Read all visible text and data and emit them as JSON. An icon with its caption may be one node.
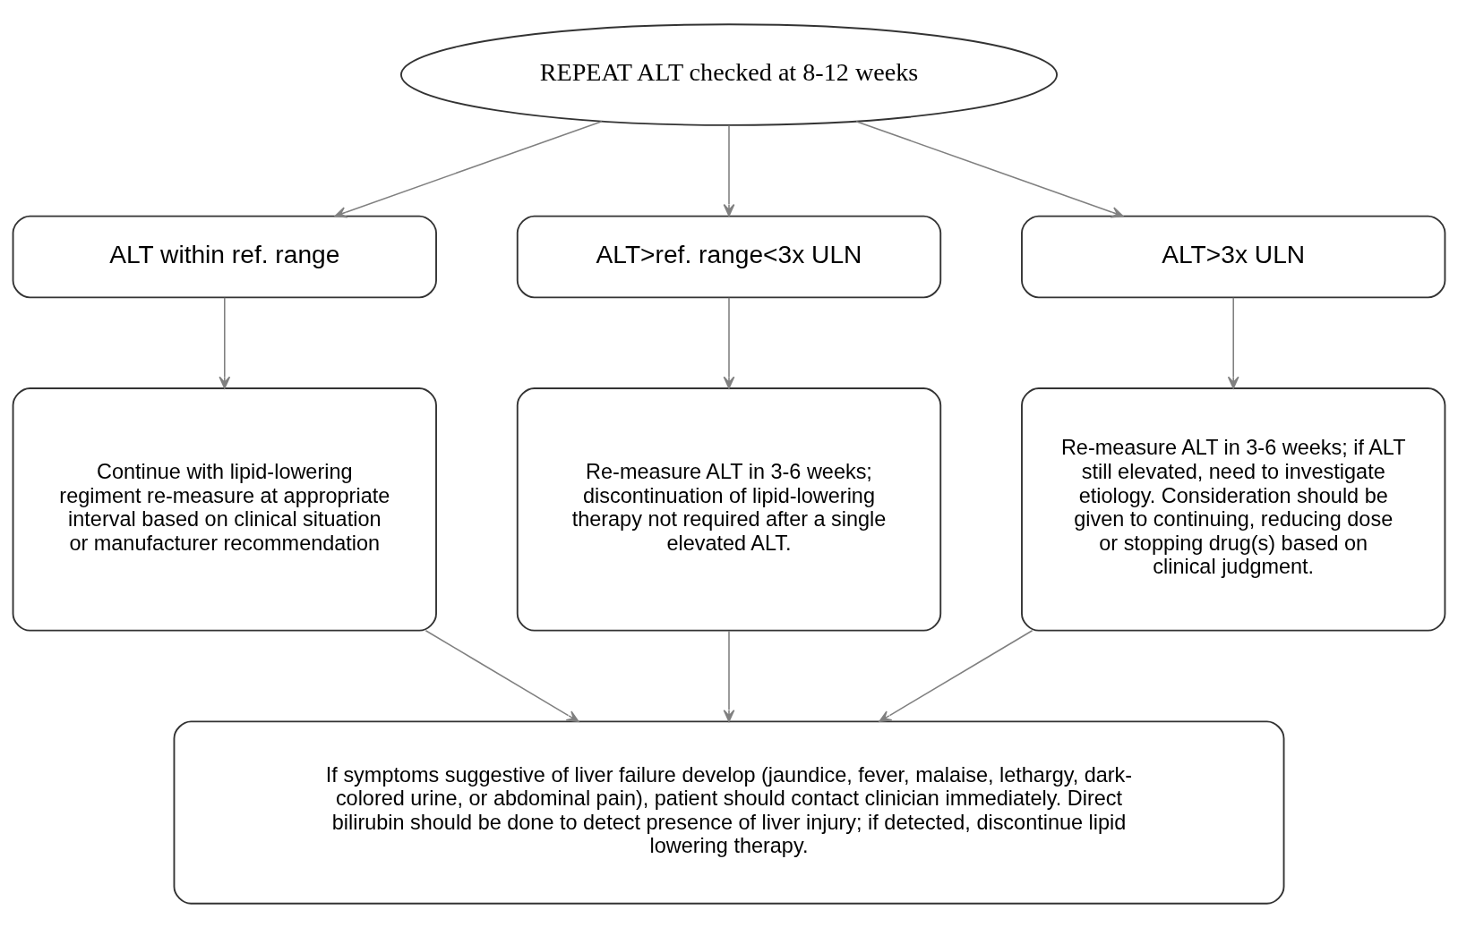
{
  "diagram": {
    "nodes": [
      {
        "text": [
          "REPEAT ALT checked at 8-12 weeks"
        ]
      },
      {
        "text": [
          "ALT within ref. range"
        ]
      },
      {
        "text": [
          "ALT>ref. range<3x ULN"
        ]
      },
      {
        "text": [
          "ALT>3x ULN"
        ]
      },
      {
        "text": [
          "Continue with lipid-lowering regiment re-measure at appropriate interval based on clinical situation or manufacturer recommendation"
        ]
      },
      {
        "text": [
          "Re-measure ALT in 3-6 weeks; discontinuation of lipid-lowering therapy not required after a single elevated ALT."
        ]
      },
      {
        "text": [
          "Re-measure ALT in 3-6 weeks; if ALT still elevated, need to investigate etiology. Consideration should be given to continuing, reducing dose or stopping drug(s) based on clinical judgment."
        ]
      },
      {
        "text": [
          "If symptoms suggestive of liver failure develop (jaundice, fever, malaise, lethargy, dark-colored urine, or abdominal pain), patient should contact clinician immediately. Direct bilirubin should be done to detect presence of liver injury; if detected, discontinue lipid lowering therapy."
        ]
      }
    ],
    "edges": [
      {
        "from": 0,
        "to": 1,
        "arrow": "to"
      },
      {
        "from": 0,
        "to": 2,
        "arrow": "to"
      },
      {
        "from": 0,
        "to": 3,
        "arrow": "to"
      },
      {
        "from": 1,
        "to": 4,
        "arrow": "to"
      },
      {
        "from": 2,
        "to": 5,
        "arrow": "to"
      },
      {
        "from": 3,
        "to": 6,
        "arrow": "to"
      },
      {
        "from": 4,
        "to": 7,
        "arrow": "to"
      },
      {
        "from": 5,
        "to": 7,
        "arrow": "to"
      },
      {
        "from": 6,
        "to": 7,
        "arrow": "to"
      }
    ]
  }
}
